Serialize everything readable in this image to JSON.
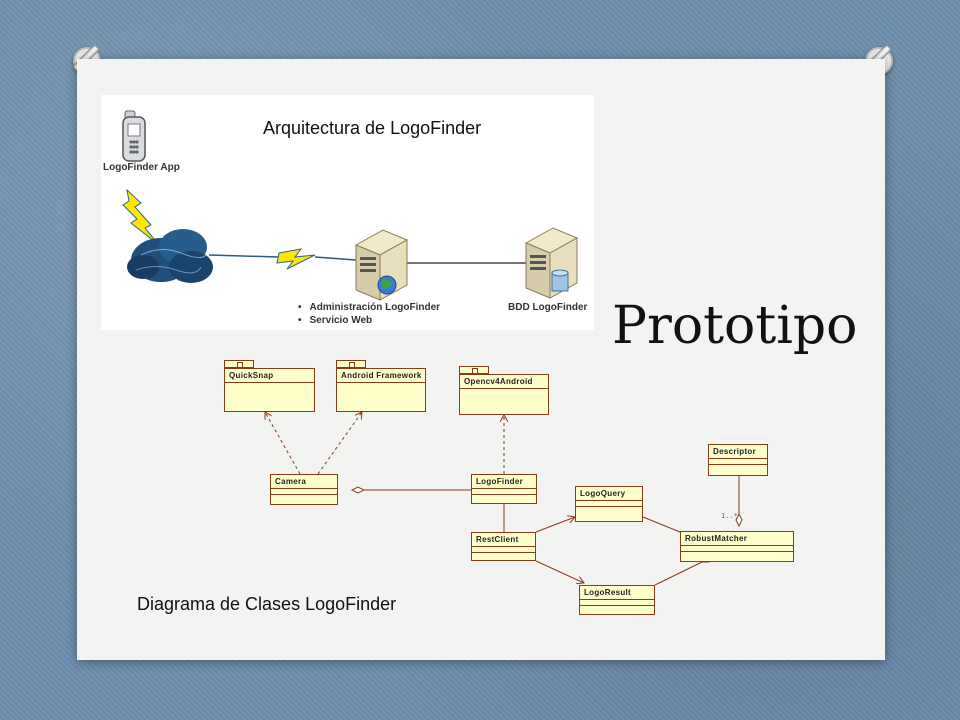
{
  "architecture": {
    "title": "Arquitectura de LogoFinder",
    "app_label": "LogoFinder App",
    "bdd_label": "BDD LogoFinder",
    "server_bullets": [
      "Administración LogoFinder",
      "Servicio Web"
    ]
  },
  "slide_title": "Prototipo",
  "class_diagram": {
    "caption": "Diagrama de Clases LogoFinder",
    "packages": [
      "QuickSnap",
      "Android Framework",
      "Opencv4Android"
    ],
    "classes": [
      "Camera",
      "LogoFinder",
      "LogoQuery",
      "RestClient",
      "LogoResult",
      "RobustMatcher",
      "Descriptor"
    ],
    "multiplicity": "1..*"
  },
  "colors": {
    "background": "#6d8fae",
    "slide": "#f3f3f1",
    "uml_fill": "#ffffcc",
    "uml_stroke": "#8b3a1a",
    "lightning": "#ffe600"
  }
}
